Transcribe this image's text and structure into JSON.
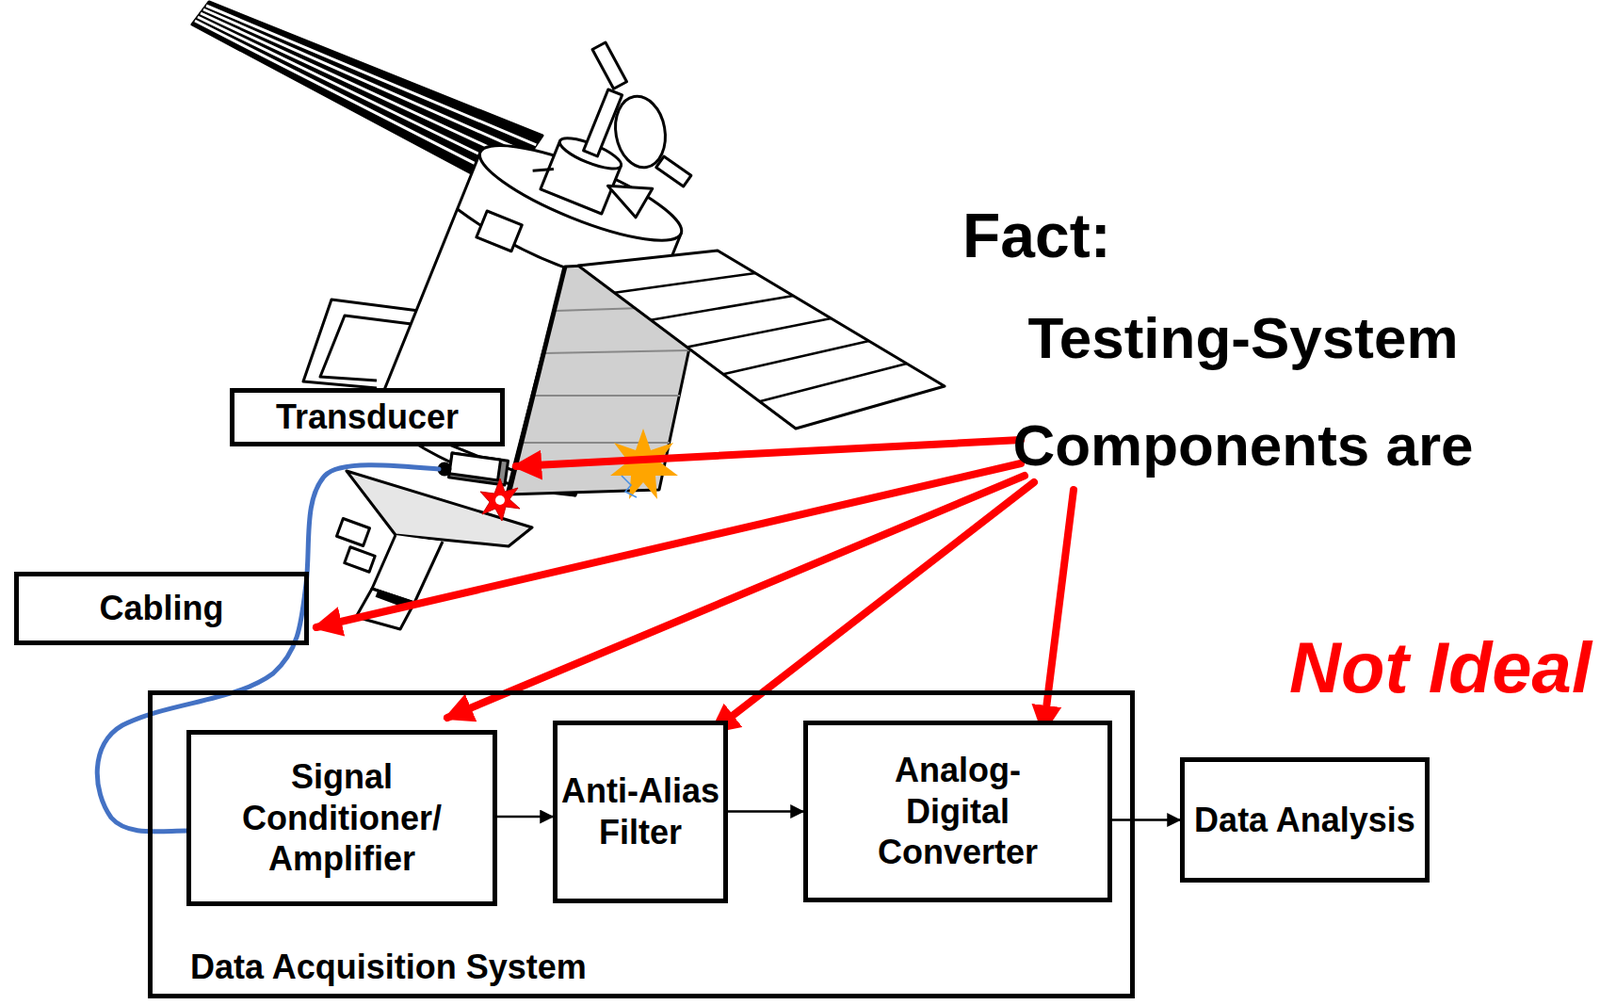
{
  "diagram": {
    "nodes": [
      {
        "text": [
          "Transducer"
        ]
      },
      {
        "text": [
          "Cabling"
        ]
      },
      {
        "text": [
          "Data Acquisition System"
        ]
      },
      {
        "text": [
          "Signal Conditioner/ Amplifier"
        ],
        "in": 2
      },
      {
        "text": [
          "Anti-Alias Filter"
        ],
        "in": 2
      },
      {
        "text": [
          "Analog-Digital Converter"
        ],
        "in": 2
      },
      {
        "text": [
          "Data Analysis"
        ]
      }
    ],
    "edges": [
      {
        "from": 3,
        "to": 4,
        "arrow": "to"
      },
      {
        "from": 4,
        "to": 5,
        "arrow": "to"
      },
      {
        "from": 5,
        "to": 6,
        "arrow": "to"
      }
    ],
    "labels": [
      "Fact:",
      "Testing-System Components are",
      "Not Ideal"
    ]
  }
}
